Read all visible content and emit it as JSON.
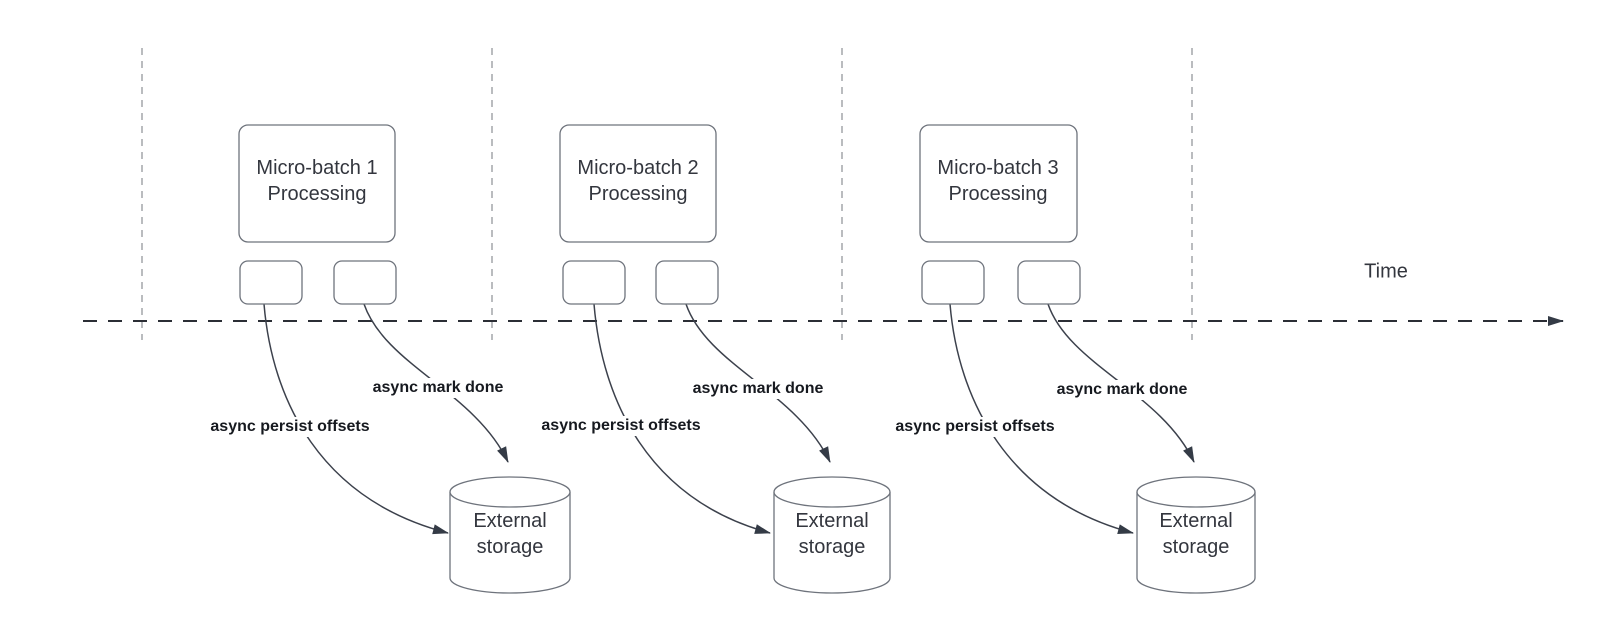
{
  "diagram": {
    "time_axis_label": "Time",
    "groups": [
      {
        "box_line1": "Micro-batch 1",
        "box_line2": "Processing",
        "persist_label": "async persist offsets",
        "done_label": "async mark done",
        "storage_line1": "External",
        "storage_line2": "storage"
      },
      {
        "box_line1": "Micro-batch 2",
        "box_line2": "Processing",
        "persist_label": "async persist offsets",
        "done_label": "async mark done",
        "storage_line1": "External",
        "storage_line2": "storage"
      },
      {
        "box_line1": "Micro-batch 3",
        "box_line2": "Processing",
        "persist_label": "async persist offsets",
        "done_label": "async mark done",
        "storage_line1": "External",
        "storage_line2": "storage"
      }
    ],
    "colors": {
      "background": "#ffffff",
      "shape_stroke": "#6e737c",
      "connector_stroke": "#3c414c",
      "axis_stroke": "#2b2e35",
      "guide_stroke": "#a3a6aa",
      "arrowhead_fill": "#343b46",
      "shape_text": "#33363e",
      "connector_label_text": "#16191f"
    }
  }
}
